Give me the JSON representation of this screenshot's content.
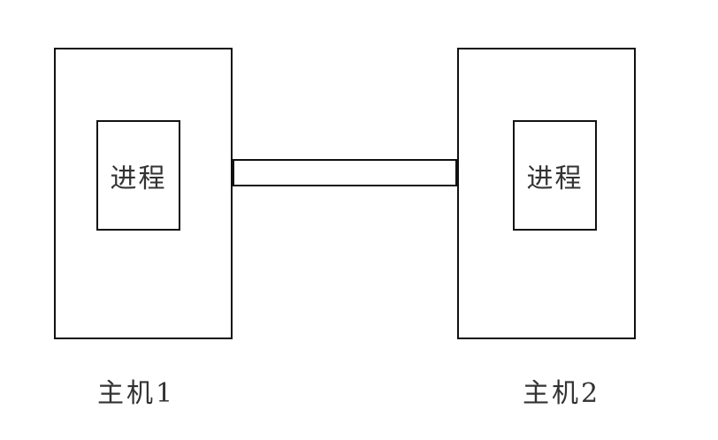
{
  "hosts": [
    {
      "label": "主机1",
      "process_label": "进程"
    },
    {
      "label": "主机2",
      "process_label": "进程"
    }
  ],
  "colors": {
    "stroke": "#111111",
    "text": "#333333",
    "background": "#ffffff"
  }
}
